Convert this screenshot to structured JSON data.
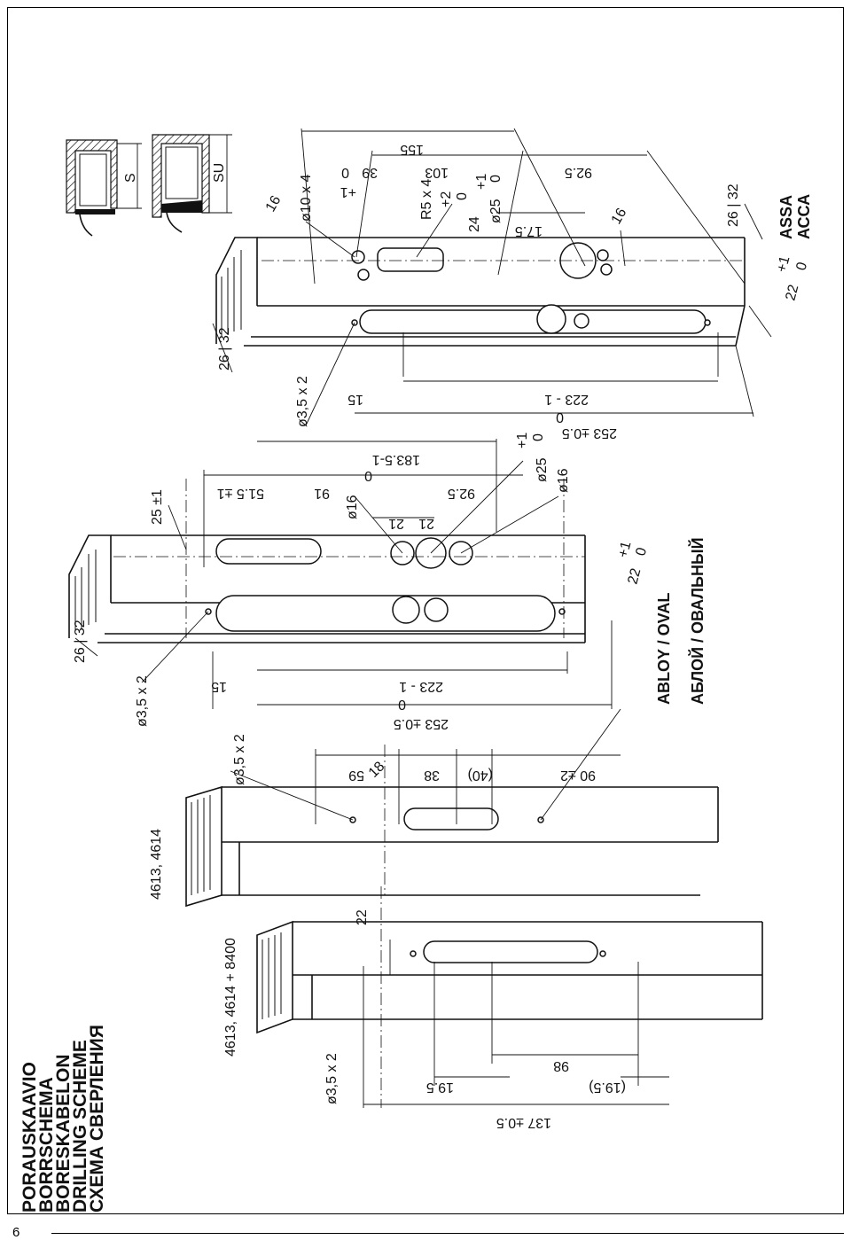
{
  "page_number": "6",
  "title_lines": [
    "PORAUSKAAVIO",
    "BORRSCHEMA",
    "BORESKABELON",
    "DRILLING SCHEME",
    "СХЕМА СВЕРЛЕНИЯ"
  ],
  "oval_labels": {
    "en": "ABLOY / OVAL",
    "ru": "АБЛОЙ / ОВАЛЬНЫЙ"
  },
  "assa_labels": {
    "en": "ASSA",
    "ru": "АССА"
  },
  "profile_labels": {
    "s": "S",
    "su": "SU"
  },
  "models": {
    "a": "4613, 4614 + 8400",
    "b": "4613, 4614"
  },
  "dims": {
    "d137": "137 ±0.5",
    "d195a": "19.5",
    "d98": "98",
    "d195b": "(19.5)",
    "hole1": "ø3,5 x 2",
    "d22a": "22",
    "hole2": "ø3,5 x 2",
    "d18": "18",
    "d59": "59",
    "d38": "38",
    "d40": "(40)",
    "d90": "90 ±2",
    "hole3": "ø3,5 x 2",
    "d2632a": "26 | 32",
    "d25": "25 ±1",
    "d15a": "15",
    "d223a": "223 - 1",
    "tol223a": "0",
    "d253a": "253 ±0.5",
    "d515": "51.5 ±1",
    "d91": "91",
    "d1835": "183.5-1",
    "tol1835": "0",
    "d16a": "ø16",
    "d21a": "21",
    "d21b": "21",
    "d925a": "92.5",
    "d25h": "ø25",
    "tol25h_p": "+1",
    "tol25h_z": "0",
    "d16b": "ø16",
    "d22b": "22",
    "tol22b_p": "+1",
    "tol22b_z": "0",
    "hole4": "ø3,5 x 2",
    "d2632b": "26 | 32",
    "d15b": "15",
    "d223b": "223 - 1",
    "tol223b": "0",
    "d253b": "253 ±0.5",
    "d16c": "16",
    "d10x4": "ø10 x 4",
    "d39": "39",
    "tol39_z": "0",
    "tol39_p": "+1",
    "d155": "155",
    "d103": "103",
    "r5x4": "R5 x 4",
    "d24": "24",
    "tol24_p": "+2",
    "tol24_z": "0",
    "d25c": "ø25",
    "tol25c_p": "+1",
    "tol25c_z": "0",
    "d175": "17.5",
    "d925b": "92.5",
    "d16d": "16",
    "d2632c": "26 | 32",
    "d22c": "22",
    "tol22c_p": "+1",
    "tol22c_z": "0"
  }
}
